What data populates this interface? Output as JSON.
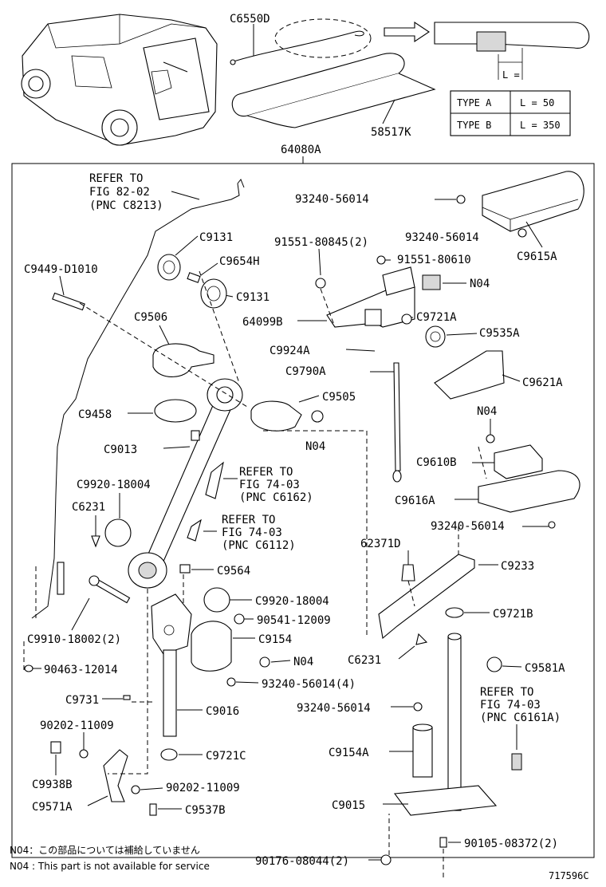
{
  "header": {
    "group_label": "64080A",
    "top_labels": [
      "C6550D",
      "58517K"
    ],
    "length_marker": "L ="
  },
  "type_table": {
    "rows": [
      {
        "type": "TYPE  A",
        "length": "L = 50"
      },
      {
        "type": "TYPE  B",
        "length": "L = 350"
      }
    ]
  },
  "references": {
    "fig82": [
      "REFER TO",
      "FIG 82-02",
      "(PNC C8213)"
    ],
    "fig74a": [
      "REFER TO",
      "FIG 74-03",
      "(PNC C6162)"
    ],
    "fig74b": [
      "REFER TO",
      "FIG 74-03",
      "(PNC C6112)"
    ],
    "fig74c": [
      "REFER TO",
      "FIG 74-03",
      "(PNC C6161A)"
    ]
  },
  "parts": {
    "p93240_a": "93240-56014",
    "p93240_b": "93240-56014",
    "c9615a": "C9615A",
    "c9131_a": "C9131",
    "c9131_b": "C9131",
    "p91551_a": "91551-80845(2)",
    "p91551_b": "91551-80610",
    "c9449": "C9449-D1010",
    "c9654h": "C9654H",
    "n04_a": "N04",
    "p64099b": "64099B",
    "c9721a": "C9721A",
    "c9506": "C9506",
    "c9535a": "C9535A",
    "c9924a": "C9924A",
    "c9790a": "C9790A",
    "c9621a": "C9621A",
    "c9505": "C9505",
    "c9458": "C9458",
    "n04_b": "N04",
    "n04_c": "N04",
    "c9013": "C9013",
    "c9610b": "C9610B",
    "c9920_a": "C9920-18004",
    "c6231_a": "C6231",
    "c9616a": "C9616A",
    "p93240_c": "93240-56014",
    "p62371d": "62371D",
    "c9564": "C9564",
    "c9233": "C9233",
    "c9920_b": "C9920-18004",
    "c9721b": "C9721B",
    "p90541": "90541-12009",
    "c9910": "C9910-18002(2)",
    "c9154": "C9154",
    "c6231_b": "C6231",
    "p90463": "90463-12014",
    "n04_d": "N04",
    "c9581a": "C9581A",
    "p93240_d": "93240-56014(4)",
    "c9731": "C9731",
    "c9016": "C9016",
    "p93240_e": "93240-56014",
    "p90202_a": "90202-11009",
    "c9154a": "C9154A",
    "c9721c": "C9721C",
    "c9938b": "C9938B",
    "p90202_b": "90202-11009",
    "c9571a": "C9571A",
    "c9537b": "C9537B",
    "c9015": "C9015",
    "p90105": "90105-08372(2)",
    "p90176": "90176-08044(2)"
  },
  "notes": {
    "jp": "N04：この部品については補給していません",
    "en": "N04 : This part is not available for service"
  },
  "figure_id": "717596C"
}
